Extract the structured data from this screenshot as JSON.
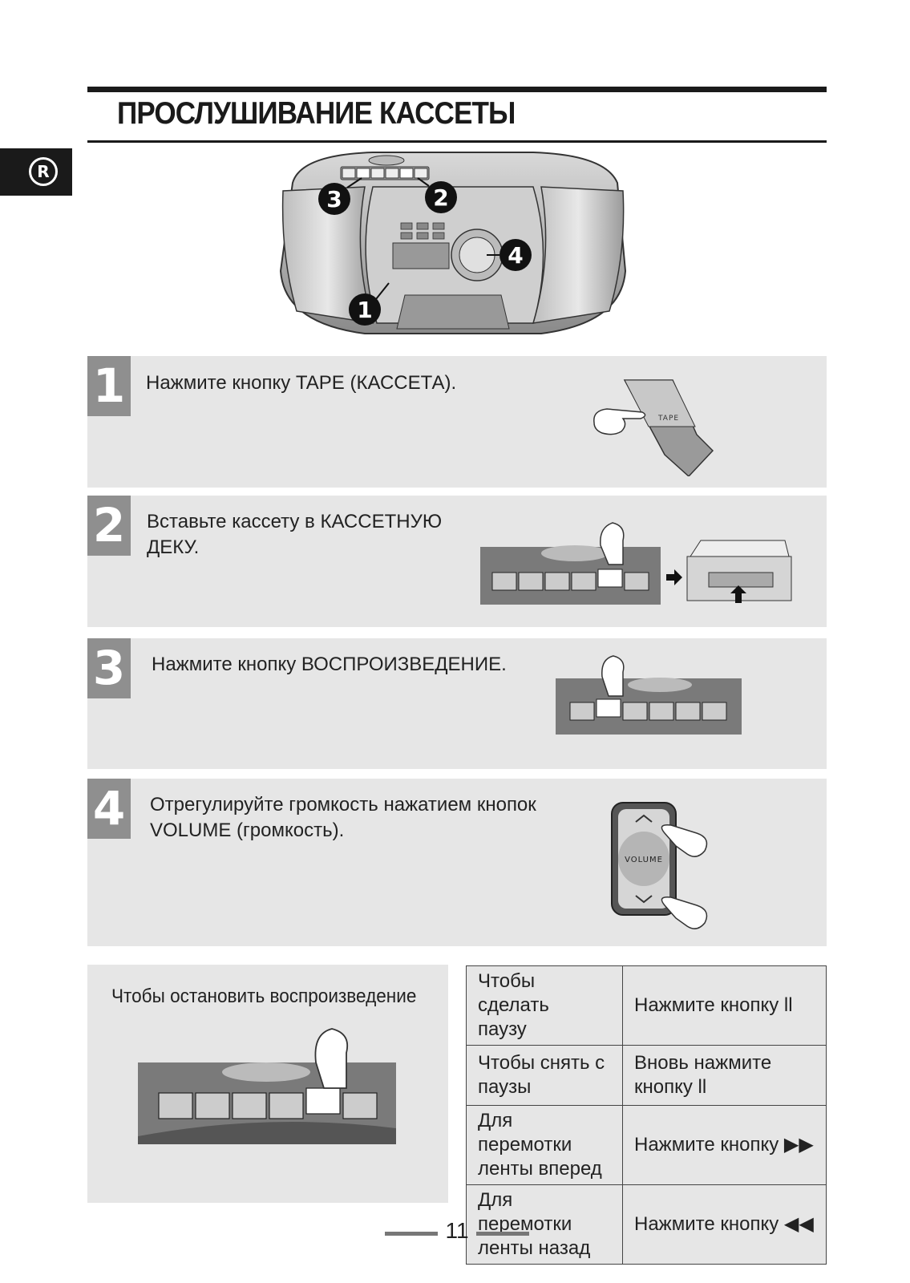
{
  "page": {
    "title": "ПРОСЛУШИВАНИЕ КАССЕТЫ",
    "language_badge": "R",
    "page_number": "11"
  },
  "hero": {
    "callouts": [
      "1",
      "2",
      "3",
      "4"
    ]
  },
  "steps": [
    {
      "number": "1",
      "text": "Нажмите кнопку TAPE (КАССЕТА).",
      "illustration_label": "TAPE"
    },
    {
      "number": "2",
      "text_line1": "Вставьте кассету в КАССЕТНУЮ",
      "text_line2": "ДЕКУ."
    },
    {
      "number": "3",
      "text": "Нажмите кнопку ВОСПРОИЗВЕДЕНИЕ."
    },
    {
      "number": "4",
      "text_line1": "Отрегулируйте громкость нажатием кнопок",
      "text_line2": "VOLUME (громкость).",
      "illustration_label": "VOLUME"
    }
  ],
  "stop_panel": {
    "label": "Чтобы остановить воспроизведение"
  },
  "operations_table": [
    {
      "action_line1": "Чтобы сделать",
      "action_line2": "паузу",
      "instruction": "Нажмите кнопку ll"
    },
    {
      "action_line1": "Чтобы снять с",
      "action_line2": "паузы",
      "instruction_line1": "Вновь нажмите",
      "instruction_line2": "кнопку ll"
    },
    {
      "action_line1": "Для перемотки",
      "action_line2": "ленты вперед",
      "instruction": "Нажмите кнопку ▶▶"
    },
    {
      "action_line1": "Для перемотки",
      "action_line2": "ленты назад",
      "instruction": "Нажмите кнопку ◀◀"
    }
  ],
  "colors": {
    "step_background": "#e6e6e6",
    "step_number_background": "#8f8f8f",
    "rule": "#1a1a1a"
  }
}
